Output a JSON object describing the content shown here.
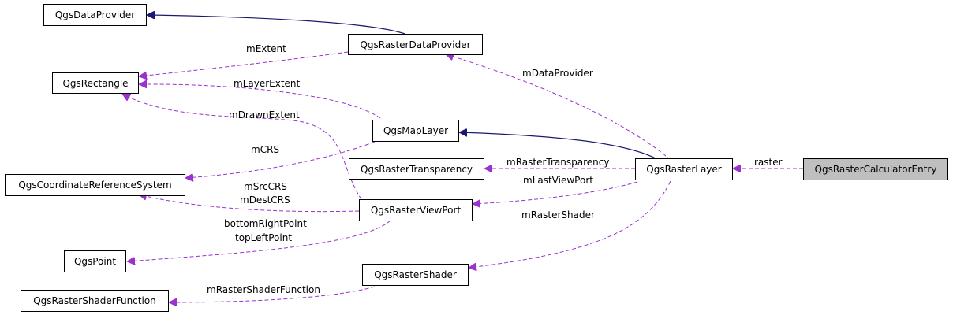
{
  "nodes": {
    "dataprovider": "QgsDataProvider",
    "rasterdataprovider": "QgsRasterDataProvider",
    "rectangle": "QgsRectangle",
    "maplayer": "QgsMapLayer",
    "crs": "QgsCoordinateReferenceSystem",
    "transparency": "QgsRasterTransparency",
    "rasterlayer": "QgsRasterLayer",
    "calcentry": "QgsRasterCalculatorEntry",
    "viewport": "QgsRasterViewPort",
    "point": "QgsPoint",
    "shader": "QgsRasterShader",
    "shaderfunction": "QgsRasterShaderFunction"
  },
  "edges": {
    "mextent": "mExtent",
    "mlayerextent": "mLayerExtent",
    "mdrawnextent": "mDrawnExtent",
    "mcrs": "mCRS",
    "msrccrs": "mSrcCRS",
    "mdestcrs": "mDestCRS",
    "bottomright": "bottomRightPoint",
    "topleft": "topLeftPoint",
    "mshaderfunction": "mRasterShaderFunction",
    "mdataprovider": "mDataProvider",
    "mtransparency": "mRasterTransparency",
    "mlastviewport": "mLastViewPort",
    "mrastershader": "mRasterShader",
    "raster": "raster"
  },
  "colors": {
    "inheritance": "#191970",
    "usage": "#9a32cd",
    "highlight_fill": "#bfbfbf"
  }
}
